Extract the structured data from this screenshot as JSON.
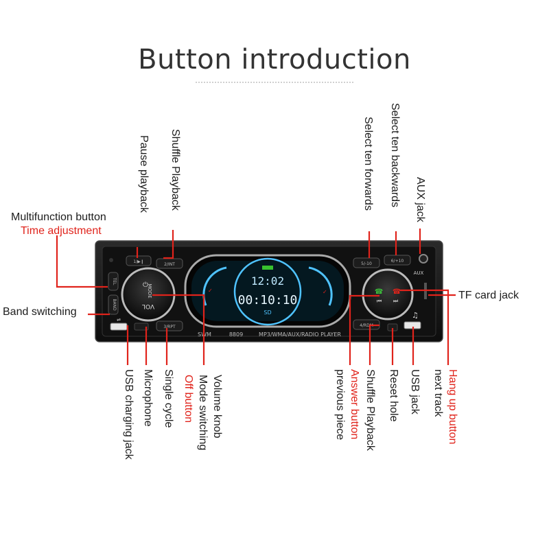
{
  "title": "Button introduction",
  "device": {
    "model": "8809",
    "formats": "MP3/WMA/AUX/RADIO PLAYER",
    "swm": "SWM",
    "clock": "12:02",
    "display_time": "00:10:10",
    "aux_label": "AUX",
    "buttons": {
      "b1": "1/▶❙",
      "b2": "2/INT",
      "b3": "3/RPT",
      "b4": "4/RDM",
      "b5": "5/-10",
      "b6": "6/+10",
      "mode": "MODE",
      "vol": "VOL",
      "band": "BAND",
      "tel": "TEL"
    }
  },
  "labels": {
    "multifunction": "Multifunction button",
    "time_adjust": "Time adjustment",
    "band_switching": "Band switching",
    "tf_card": "TF card jack",
    "pause": "Pause playback",
    "shuffle_top": "Shuffle Playback",
    "select_fwd": "Select ten forwards",
    "select_back": "Select ten backwards",
    "aux_jack": "AUX jack",
    "usb_charging": "USB charging jack",
    "microphone": "Microphone",
    "single_cycle": "Single cycle",
    "volume_knob": "Volume knob",
    "mode_switching": "Mode switching",
    "off_button": "Off button",
    "answer_button": "Answer button",
    "previous_piece": "previous piece",
    "shuffle_bottom": "Shuffle Playback",
    "reset_hole": "Reset hole",
    "usb_jack": "USB jack",
    "hang_up": "Hang up button",
    "next_track": "next track"
  },
  "colors": {
    "accent_red": "#e0231b",
    "text": "#1c1c1c",
    "title": "#333333",
    "lcd_blue": "#4fc3ff"
  },
  "icons": {
    "phone_green": "phone-answer-icon",
    "phone_red": "phone-hangup-icon",
    "prev": "skip-back-icon",
    "next": "skip-forward-icon",
    "music": "music-note-icon",
    "usb": "usb-icon"
  }
}
